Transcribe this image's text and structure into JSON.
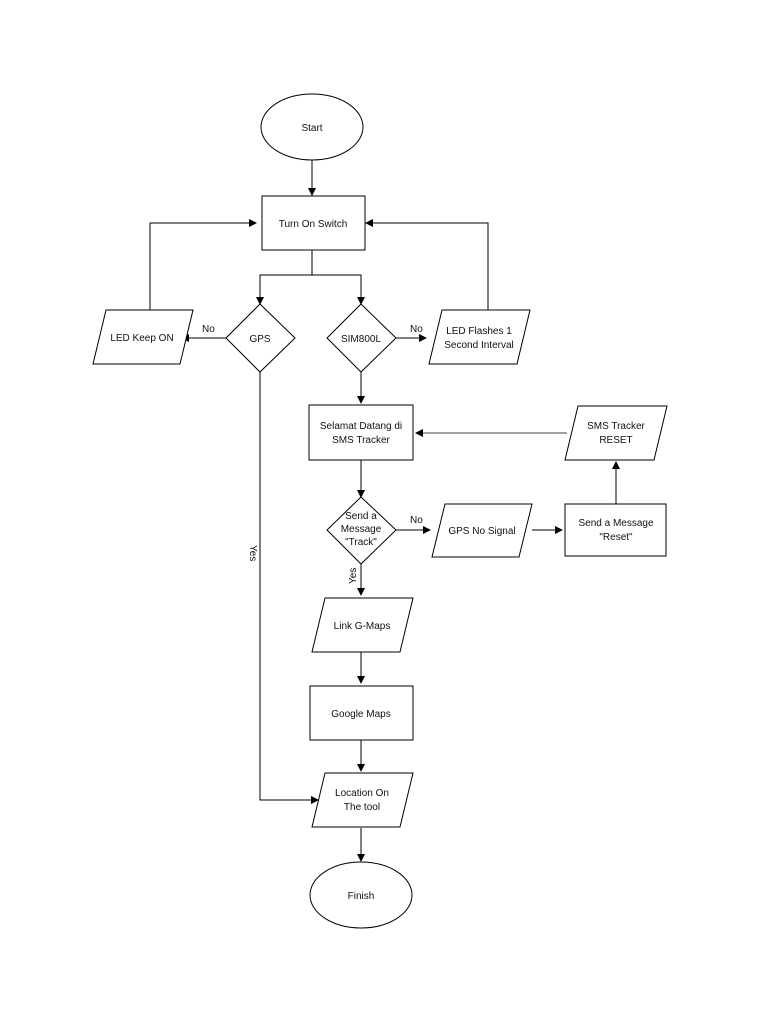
{
  "nodes": {
    "start": "Start",
    "turn_on_switch": "Turn On Switch",
    "led_keep_on": "LED Keep ON",
    "gps": "GPS",
    "sim800l": "SIM800L",
    "led_flashes": [
      "LED Flashes 1",
      "Second Interval"
    ],
    "selamat_datang": [
      "Selamat Datang di",
      "SMS Tracker"
    ],
    "sms_tracker_reset": [
      "SMS Tracker",
      "RESET"
    ],
    "send_message_track": [
      "Send a",
      "Message",
      "\"Track\""
    ],
    "gps_no_signal": "GPS No Signal",
    "send_message_reset": [
      "Send a Message",
      "\"Reset\""
    ],
    "link_gmaps": "Link G-Maps",
    "google_maps": "Google Maps",
    "location_on_tool": [
      "Location On",
      "The tool"
    ],
    "finish": "Finish"
  },
  "edge_labels": {
    "gps_no": "No",
    "sim_no": "No",
    "track_no": "No",
    "track_yes": "Yes",
    "gps_yes": "Yes"
  }
}
